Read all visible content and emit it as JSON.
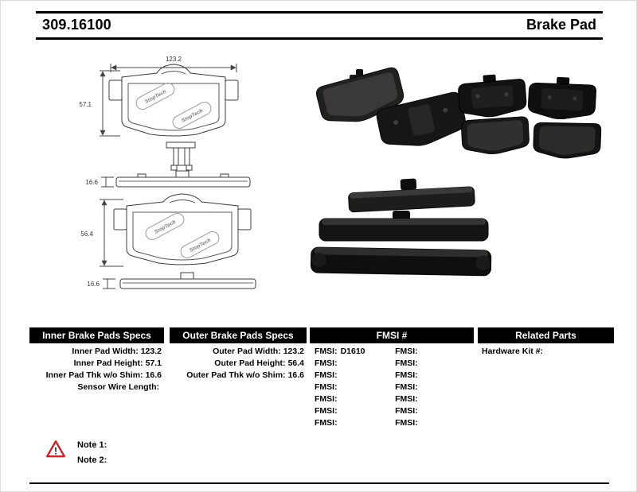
{
  "header": {
    "part_number": "309.16100",
    "product_name": "Brake Pad"
  },
  "diagrams": {
    "watermark_text": "StopTech",
    "inner_pad": {
      "width": "123.2",
      "height": "57.1",
      "thickness": "16.6"
    },
    "outer_pad": {
      "height": "56.4",
      "thickness": "16.6"
    }
  },
  "spec_tables": {
    "inner": {
      "title": "Inner Brake Pads Specs",
      "rows": [
        {
          "label": "Inner Pad Width:",
          "value": "123.2"
        },
        {
          "label": "Inner Pad Height:",
          "value": "57.1"
        },
        {
          "label": "Inner Pad Thk w/o Shim:",
          "value": "16.6"
        },
        {
          "label": "Sensor Wire Length:",
          "value": ""
        }
      ]
    },
    "outer": {
      "title": "Outer Brake Pads Specs",
      "rows": [
        {
          "label": "Outer Pad Width:",
          "value": "123.2"
        },
        {
          "label": "Outer Pad Height:",
          "value": "56.4"
        },
        {
          "label": "Outer Pad Thk w/o Shim:",
          "value": "16.6"
        }
      ]
    },
    "fmsi": {
      "title": "FMSI #",
      "rows": [
        {
          "left_label": "FMSI:",
          "left_value": "D1610",
          "right_label": "FMSI:",
          "right_value": ""
        },
        {
          "left_label": "FMSI:",
          "left_value": "",
          "right_label": "FMSI:",
          "right_value": ""
        },
        {
          "left_label": "FMSI:",
          "left_value": "",
          "right_label": "FMSI:",
          "right_value": ""
        },
        {
          "left_label": "FMSI:",
          "left_value": "",
          "right_label": "FMSI:",
          "right_value": ""
        },
        {
          "left_label": "FMSI:",
          "left_value": "",
          "right_label": "FMSI:",
          "right_value": ""
        },
        {
          "left_label": "FMSI:",
          "left_value": "",
          "right_label": "FMSI:",
          "right_value": ""
        },
        {
          "left_label": "FMSI:",
          "left_value": "",
          "right_label": "FMSI:",
          "right_value": ""
        }
      ]
    },
    "related": {
      "title": "Related Parts",
      "rows": [
        {
          "label": "Hardware Kit #:",
          "value": ""
        }
      ]
    }
  },
  "notes": {
    "items": [
      "Note 1:",
      "Note 2:"
    ]
  },
  "colors": {
    "header_bar": "#000000",
    "warning_red": "#c1272d",
    "pad_photo_dark": "#141414"
  }
}
